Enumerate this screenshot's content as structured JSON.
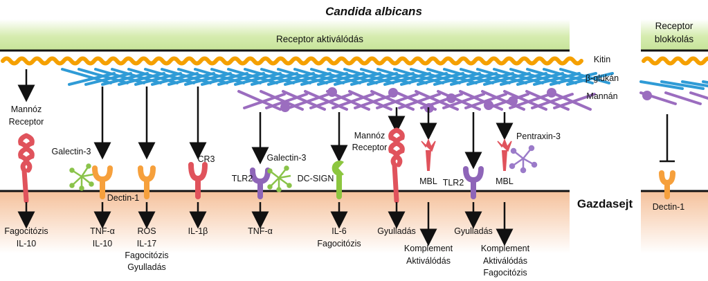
{
  "title": "Candida albicans",
  "bands": {
    "activation": "Receptor aktiválódás",
    "blocking": [
      "Receptor",
      "blokkolás"
    ]
  },
  "host": "Gazdasejt",
  "wall_layers": [
    "Kitin",
    "β-glükán",
    "Mannán"
  ],
  "receptors": {
    "mannose_1": [
      "Mannóz",
      "Receptor"
    ],
    "galectin3_a": "Galectin-3",
    "dectin1": "Dectin-1",
    "cr3": "CR3",
    "tlr2_a": "TLR2",
    "galectin3_b": "Galectin-3",
    "dcsign": "DC-SIGN",
    "mannose_2": [
      "Mannóz",
      "Receptor"
    ],
    "mbl_a": "MBL",
    "tlr2_b": "TLR2",
    "mbl_b": "MBL",
    "pentraxin3": "Pentraxin-3",
    "dectin1_block": "Dectin-1"
  },
  "outputs": {
    "o1": [
      "Fagocitózis",
      "IL-10"
    ],
    "o2": [
      "TNF-α",
      "IL-10"
    ],
    "o3": [
      "ROS",
      "IL-17",
      "Fagocitózis",
      "Gyulladás"
    ],
    "o4": [
      "IL-1β"
    ],
    "o5": [
      "TNF-α"
    ],
    "o6": [
      "IL-6",
      "Fagocitózis"
    ],
    "o7": [
      "Gyulladás"
    ],
    "o8": [
      "Komplement",
      "Aktiválódás"
    ],
    "o9": [
      "Gyulladás"
    ],
    "o10": [
      "Komplement",
      "Aktiválódás",
      "Fagocitózis"
    ]
  },
  "colors": {
    "band": "#d6ecb0",
    "host": "#f7c8a2",
    "chitin": "#f5a000",
    "glucan": "#2f9bd6",
    "mannan": "#9b6dbf",
    "mannose_receptor": "#e0535c",
    "dectin": "#f6a03c",
    "galectin": "#8ac34a",
    "cr3": "#e0535c",
    "tlr2": "#8e65b8",
    "dcsign": "#8cc63f",
    "mbl": "#e0535c",
    "pentraxin": "#9b7bc9"
  }
}
